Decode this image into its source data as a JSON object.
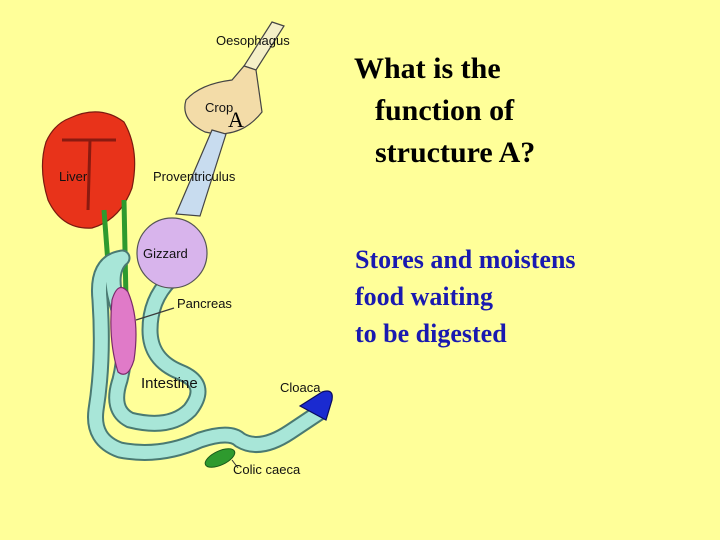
{
  "colors": {
    "background": "#ffff99",
    "answer_text": "#1a1ab0",
    "liver": "#e8331a",
    "crop": "#f3dca8",
    "gizzard": "#d8b4ec",
    "pancreas": "#e07ac8",
    "intestine": "#a8e6d8",
    "cloaca": "#1a2ad0",
    "caeca": "#2e9a2e"
  },
  "diagram": {
    "labels": {
      "oesophagus": "Oesophagus",
      "crop": "Crop",
      "marker_a": "A",
      "liver": "Liver",
      "proventriculus": "Proventriculus",
      "gizzard": "Gizzard",
      "pancreas": "Pancreas",
      "intestine": "Intestine",
      "cloaca": "Cloaca",
      "colic_caeca": "Colic caeca"
    }
  },
  "question": {
    "lines": [
      "What is the",
      "function of",
      "structure A?"
    ]
  },
  "answer": {
    "lines": [
      "Stores and moistens",
      "food waiting",
      "to be digested"
    ]
  }
}
